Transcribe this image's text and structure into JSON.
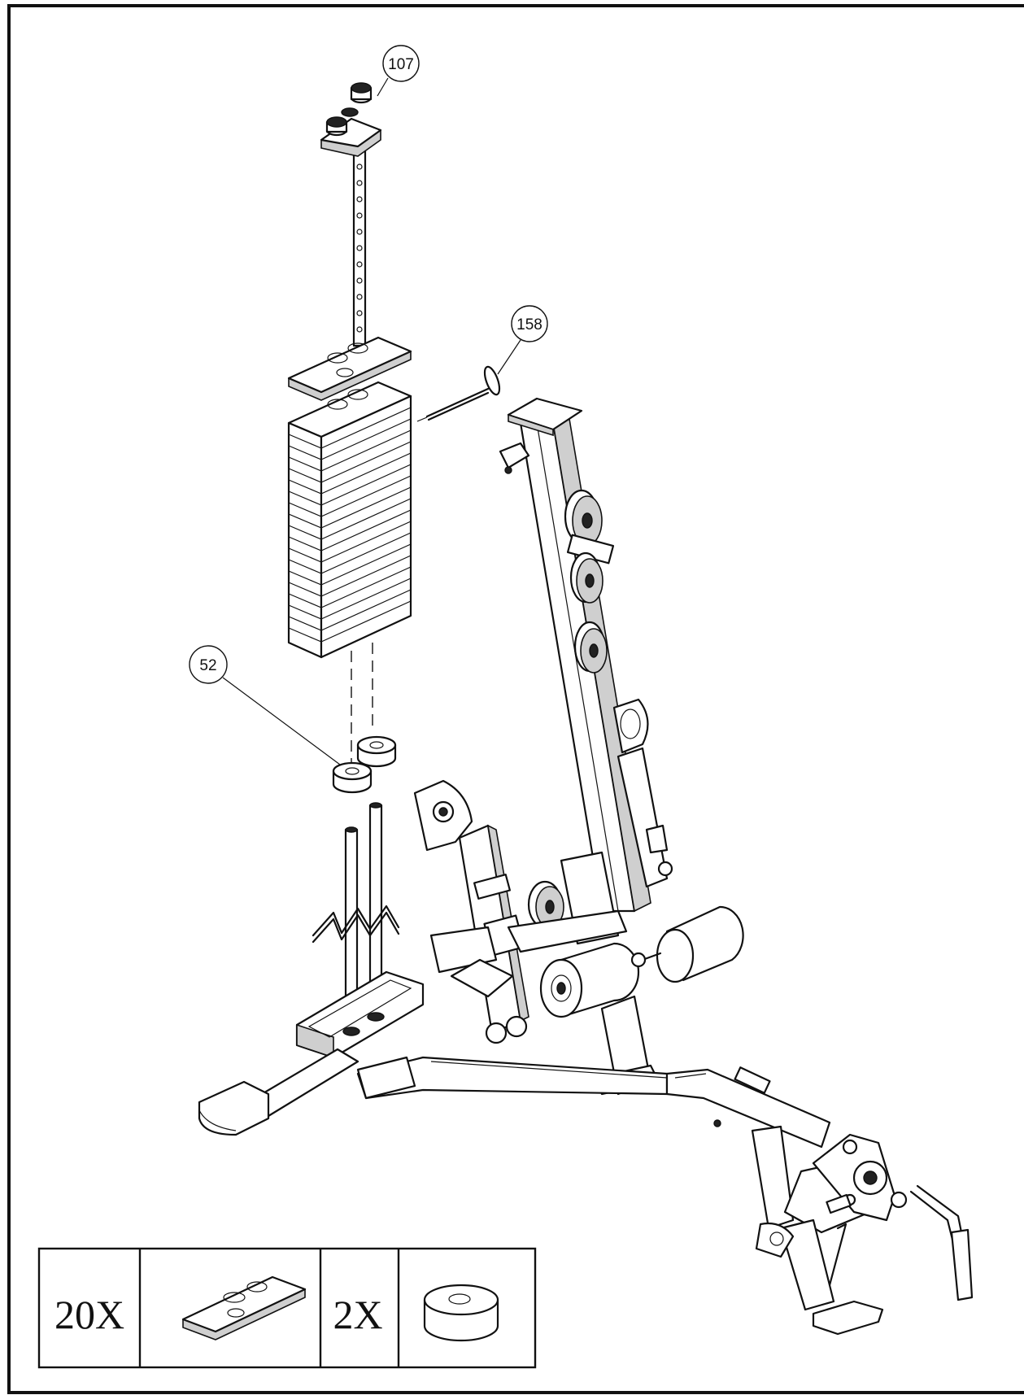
{
  "callouts": [
    {
      "id": "107"
    },
    {
      "id": "158"
    },
    {
      "id": "52"
    }
  ],
  "parts_table": {
    "rows": [
      {
        "quantity": "20X",
        "part_icon": "weight-plate-icon"
      },
      {
        "quantity": "2X",
        "part_icon": "rubber-spacer-icon"
      }
    ]
  }
}
